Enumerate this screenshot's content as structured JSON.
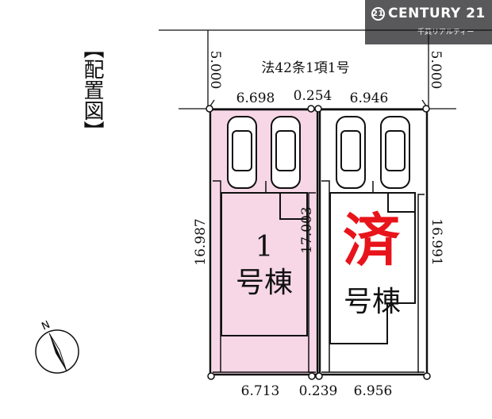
{
  "heading": "【配置図】",
  "logo": {
    "brand": "CENTURY 21",
    "circle": "21",
    "branch": "千葉リアルティー"
  },
  "road": {
    "label": "法42条1項1号",
    "setback_left": "5.000",
    "setback_right": "5.000"
  },
  "dimensions": {
    "top_left": "6.698",
    "top_mid": "0.254",
    "top_right": "6.946",
    "bottom_left": "6.713",
    "bottom_mid": "0.239",
    "bottom_right": "6.956",
    "left_depth": "16.987",
    "middle_depth": "17.003",
    "right_depth": "16.991"
  },
  "lots": [
    {
      "number": "1",
      "label": "号棟",
      "fill": "#f7d7e6"
    },
    {
      "label": "号棟",
      "stamp": "済",
      "stamp_color": "#e8141b"
    }
  ],
  "compass": {
    "label": "N"
  }
}
